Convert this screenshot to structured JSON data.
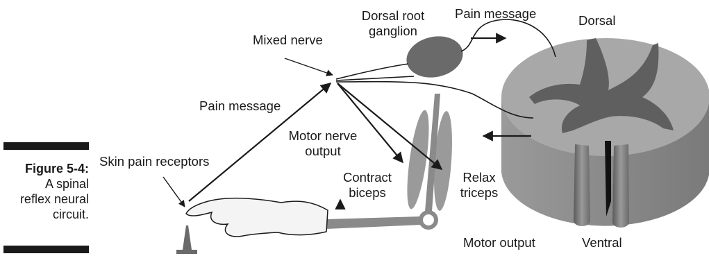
{
  "caption": {
    "figure_label": "Figure 5-4:",
    "lines": [
      "A spinal",
      "reflex neural",
      "circuit."
    ]
  },
  "labels": {
    "skin_pain_receptors": "Skin pain receptors",
    "pain_message_left": "Pain message",
    "mixed_nerve": "Mixed nerve",
    "dorsal_root_ganglion": [
      "Dorsal root",
      "ganglion"
    ],
    "pain_message_top": "Pain message",
    "dorsal": "Dorsal",
    "motor_nerve_output": [
      "Motor nerve",
      "output"
    ],
    "contract_biceps": [
      "Contract",
      "biceps"
    ],
    "relax_triceps": [
      "Relax",
      "triceps"
    ],
    "motor_output": "Motor output",
    "ventral": "Ventral"
  },
  "colors": {
    "ink": "#1a1a1a",
    "cord_light": "#a8a8a8",
    "cord_mid": "#8c8c8c",
    "cord_dark": "#6e6e6e",
    "grey_matter": "#5f5f5f",
    "ganglion": "#6a6a6a",
    "muscle": "#9a9a9a",
    "hand": "#f4f4f4"
  }
}
